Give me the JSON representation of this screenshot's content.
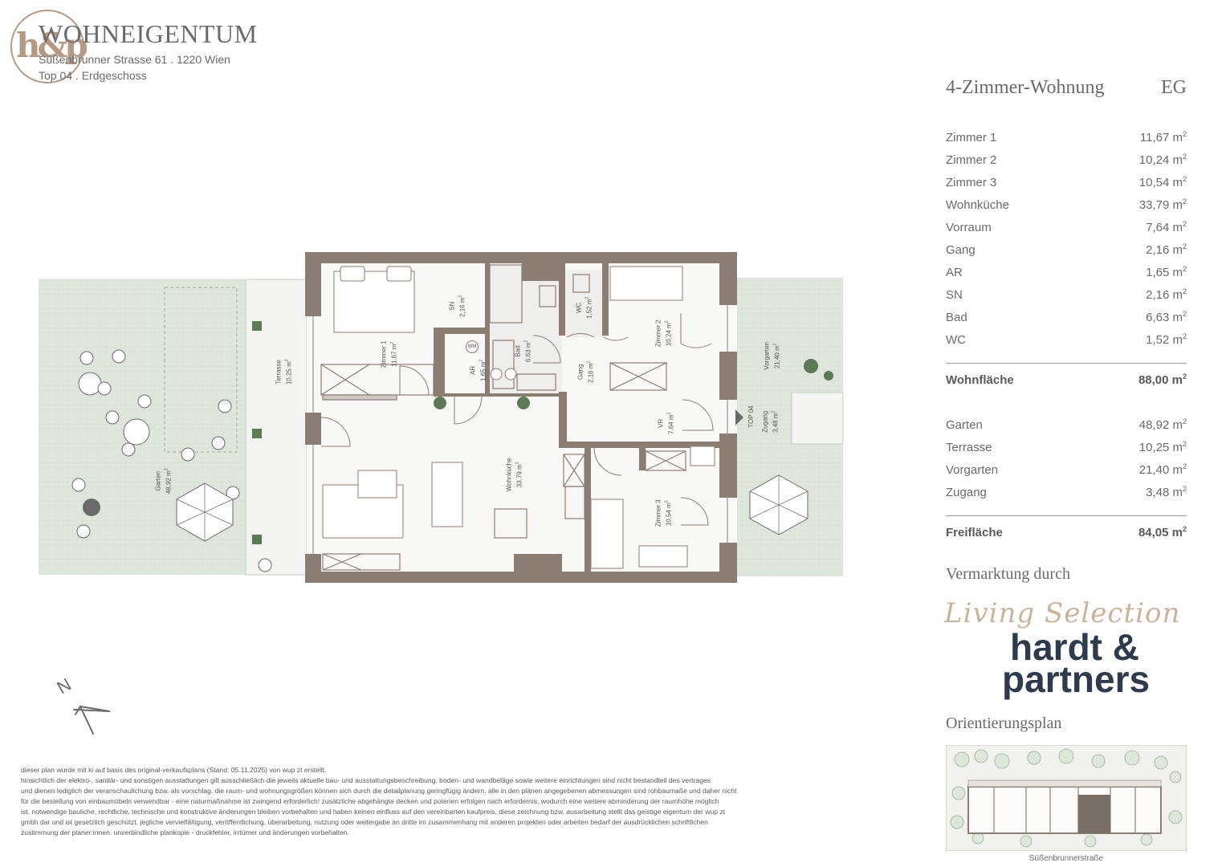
{
  "header": {
    "logo": "h&p",
    "title": "WOHNEIGENTUM",
    "address": "Süßenbrunner Strasse 61 . 1220 Wien",
    "top": "Top 04 . Erdgeschoss"
  },
  "unit": {
    "type": "4-Zimmer-Wohnung",
    "floor": "EG"
  },
  "rooms": [
    {
      "name": "Zimmer 1",
      "area": "11,67 m"
    },
    {
      "name": "Zimmer 2",
      "area": "10,24 m"
    },
    {
      "name": "Zimmer 3",
      "area": "10,54 m"
    },
    {
      "name": "Wohnküche",
      "area": "33,79 m"
    },
    {
      "name": "Vorraum",
      "area": "7,64 m"
    },
    {
      "name": "Gang",
      "area": "2,16 m"
    },
    {
      "name": "AR",
      "area": "1,65 m"
    },
    {
      "name": "SN",
      "area": "2,16 m"
    },
    {
      "name": "Bad",
      "area": "6,63 m"
    },
    {
      "name": "WC",
      "area": "1,52 m"
    }
  ],
  "wohnflaeche": {
    "name": "Wohnfläche",
    "area": "88,00 m"
  },
  "outdoor": [
    {
      "name": "Garten",
      "area": "48,92 m"
    },
    {
      "name": "Terrasse",
      "area": "10,25 m"
    },
    {
      "name": "Vorgarten",
      "area": "21,40 m"
    },
    {
      "name": "Zugang",
      "area": "3,48 m"
    }
  ],
  "freiflaeche": {
    "name": "Freifläche",
    "area": "84,05 m"
  },
  "sup": "2",
  "marketing": {
    "label": "Vermarktung durch",
    "script": "Living Selection",
    "brand_line1": "hardt &",
    "brand_line2": "partners"
  },
  "orientation": {
    "title": "Orientierungsplan",
    "street": "Süßenbrunnerstraße"
  },
  "plan_labels": {
    "zimmer1": "Zimmer 1",
    "zimmer1_area": "11,67 m",
    "sn": "SN",
    "sn_area": "2,16 m",
    "ar": "AR",
    "ar_area": "1,65 m",
    "bad": "Bad",
    "bad_area": "6,63 m",
    "wc": "WC",
    "wc_area": "1,52 m",
    "gang": "Gang",
    "gang_area": "2,16 m",
    "zimmer2": "Zimmer 2",
    "zimmer2_area": "10,24 m",
    "vr": "VR",
    "vr_area": "7,64 m",
    "wohnkueche": "Wohnküche",
    "wohnkueche_area": "33,79 m",
    "zimmer3": "Zimmer 3",
    "zimmer3_area": "10,54 m",
    "terrasse": "Terrasse",
    "terrasse_area": "10,25 m",
    "garten": "Garten",
    "garten_area": "48,92 m",
    "vorgarten": "Vorgarten",
    "vorgarten_area": "21,40 m",
    "top04": "TOP 04",
    "zugang": "Zugang",
    "zugang_area": "3,48 m",
    "wm": "WM",
    "north": "N"
  },
  "disclaimer": [
    "dieser plan wurde mit ki auf basis des original-verkaufsplans (Stand: 05.11.2025) von wup zt erstellt.",
    "hinsichtlich der elektro-, sanitär- und sonstigen ausstattungen gilt ausschließlich die jeweils aktuelle bau- und ausstattungsbeschreibung. boden- und wandbeläge sowie weitere einrichtungen sind nicht bestandteil des vertrages",
    "und dienen lediglich der veranschaulichung bzw. als vorschlag. die raum- und wohnungsgrößen können sich durch die detailplanung geringfügig ändern. alle in den plänen angegebenen abmessungen sind rohbaumaße und daher nicht",
    "für die bestellung von einbaumöbeln verwendbar - eine naturmaßnahme ist zwingend erforderlich! zusätzliche abgehängte decken und poterien erfolgen nach erfordernis, wodurch eine weitere abminderung der raumhöhe möglich",
    "ist. notwendige bauliche, rechtliche, technische und konstruktive änderungen bleiben vorbehalten und haben keinen einfluss auf den vereinbarten kaufpreis. diese zeichnung bzw. ausarbeitung stellt das geistige eigentum der wup zt",
    "gmbh dar und ist gesetzlich geschützt. jegliche vervielfältigung, veröffentlichung, überarbeitung, nutzung oder weitergabe an dritte im zusammenhang mit anderen projekten oder arbeiten bedarf der ausdrücklichen schriftlichen",
    "zustimmung der planer:innen. unverbindliche plankopie - druckfehler, irrtümer und änderungen vorbehalten."
  ],
  "colors": {
    "wall": "#8b7d72",
    "garden": "#dfe6dc",
    "plant": "#5c7a55",
    "brand_navy": "#2e3b4c",
    "brand_gold": "#c8b49a",
    "logo": "#b49a84"
  }
}
